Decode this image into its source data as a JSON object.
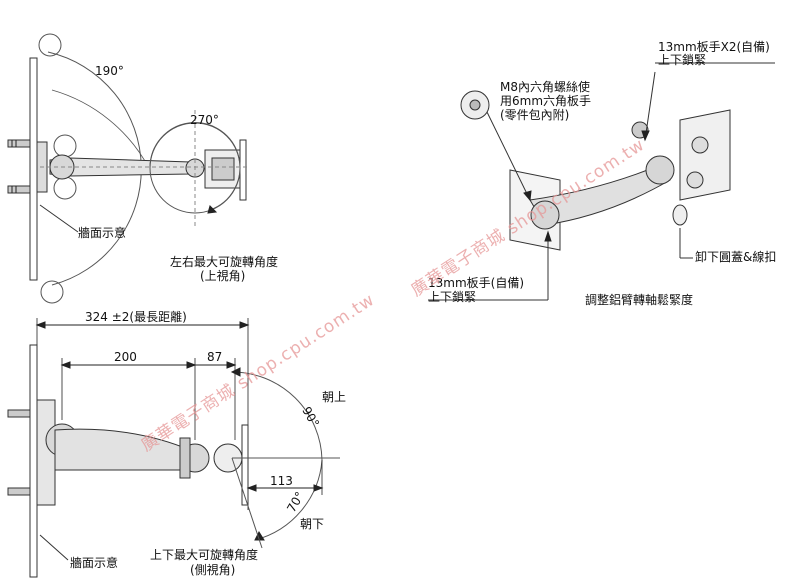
{
  "top_view": {
    "angle_190": "190°",
    "angle_270": "270°",
    "wall_label": "牆面示意",
    "caption_line1": "左右最大可旋轉角度",
    "caption_line2": "(上視角)"
  },
  "side_view": {
    "dim_total": "324 ±2(最長距離)",
    "dim_200": "200",
    "dim_87": "87",
    "dim_113": "113",
    "angle_90": "90°",
    "angle_70": "70°",
    "up_label": "朝上",
    "down_label": "朝下",
    "wall_label": "牆面示意",
    "caption_line1": "上下最大可旋轉角度",
    "caption_line2": "(側視角)"
  },
  "iso_view": {
    "wrench_top_line1": "13mm板手X2(自備)",
    "wrench_top_line2": "上下鎖緊",
    "hex_line1": "M8內六角螺絲使",
    "hex_line2": "用6mm六角板手",
    "hex_line3": "(零件包內附)",
    "cap_label": "卸下圓蓋&線扣",
    "wrench_bottom_line1": "13mm板手(自備)",
    "wrench_bottom_line2": "上下鎖緊",
    "caption": "調整鋁臂轉軸鬆緊度"
  },
  "watermark": {
    "left": "廣華電子商城  shop.cpu.com.tw",
    "right": "廣華電子商城  shop.cpu.com.tw"
  }
}
